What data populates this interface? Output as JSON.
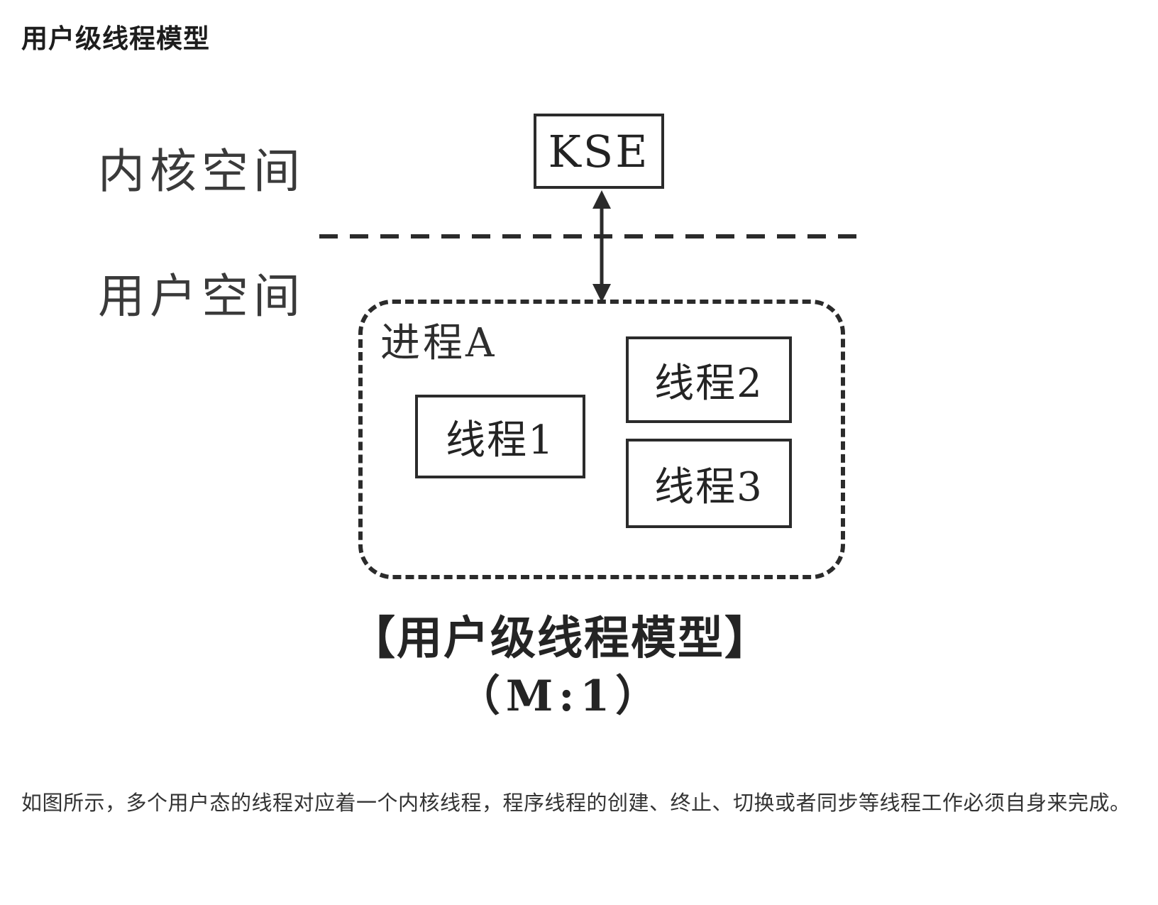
{
  "page": {
    "title": "用户级线程模型",
    "body_text": "如图所示，多个用户态的线程对应着一个内核线程，程序线程的创建、终止、切换或者同步等线程工作必须自身来完成。"
  },
  "diagram": {
    "stroke_color": "#2b2b2b",
    "kernel_space_label": "内核空间",
    "user_space_label": "用户空间",
    "kse_label": "KSE",
    "process_label": "进程A",
    "threads": [
      {
        "label": "线程1"
      },
      {
        "label": "线程2"
      },
      {
        "label": "线程3"
      }
    ],
    "caption_title": "【用户级线程模型】",
    "caption_ratio": "（M:1）"
  }
}
